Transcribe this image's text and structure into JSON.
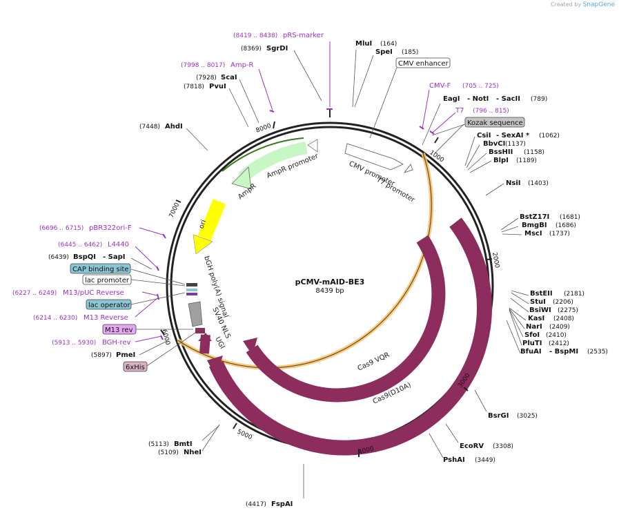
{
  "credit": {
    "prefix": "Created by",
    "brand": "SnapGene"
  },
  "plasmid": {
    "name": "pCMV-mAID-BE3",
    "length": "8439 bp"
  },
  "ticks": [
    "1000",
    "2000",
    "3000",
    "4000",
    "5000",
    "6000",
    "7000",
    "8000"
  ],
  "sites": [
    {
      "name": "MluI",
      "pos": "(164)"
    },
    {
      "name": "SpeI",
      "pos": "(185)"
    },
    {
      "name": "EagI",
      "extra": "- NotI",
      "extra2": "- SacII",
      "pos": "(789)"
    },
    {
      "name": "CsiI",
      "extra": "- SexAI *",
      "pos": "(1062)"
    },
    {
      "name": "BbvCI",
      "pos": "(1137)"
    },
    {
      "name": "BssHII",
      "pos": "(1158)"
    },
    {
      "name": "BlpI",
      "pos": "(1189)"
    },
    {
      "name": "NsiI",
      "pos": "(1403)"
    },
    {
      "name": "BstZ17I",
      "pos": "(1681)"
    },
    {
      "name": "BmgBI",
      "pos": "(1686)"
    },
    {
      "name": "MscI",
      "pos": "(1737)"
    },
    {
      "name": "BstEII",
      "pos": "(2181)"
    },
    {
      "name": "StuI",
      "pos": "(2206)"
    },
    {
      "name": "BsiWI",
      "pos": "(2275)"
    },
    {
      "name": "KasI",
      "pos": "(2408)"
    },
    {
      "name": "NarI",
      "pos": "(2409)"
    },
    {
      "name": "SfoI",
      "pos": "(2410)"
    },
    {
      "name": "PluTI",
      "pos": "(2412)"
    },
    {
      "name": "BfuAI",
      "extra": "- BspMI",
      "pos": "(2535)"
    },
    {
      "name": "BsrGI",
      "pos": "(3025)"
    },
    {
      "name": "EcoRV",
      "pos": "(3308)"
    },
    {
      "name": "PshAI",
      "pos": "(3449)"
    },
    {
      "name": "FspAI",
      "pos": "(4417)"
    },
    {
      "name": "BmtI",
      "pos": "(5113)"
    },
    {
      "name": "NheI",
      "pos": "(5109)"
    },
    {
      "name": "PmeI",
      "pos": "(5897)"
    },
    {
      "name": "BspQI",
      "extra": "- SapI",
      "pos": "(6439)"
    },
    {
      "name": "AhdI",
      "pos": "(7448)"
    },
    {
      "name": "PvuI",
      "pos": "(7818)"
    },
    {
      "name": "ScaI",
      "pos": "(7928)"
    },
    {
      "name": "SgrDI",
      "pos": "(8369)"
    }
  ],
  "primers": [
    {
      "name": "pRS-marker",
      "pos": "(8419 .. 8438)"
    },
    {
      "name": "Amp-R",
      "pos": "(7998 .. 8017)"
    },
    {
      "name": "CMV-F",
      "pos": "(705 .. 725)"
    },
    {
      "name": "T7",
      "pos": "(796 .. 815)"
    },
    {
      "name": "pBR322ori-F",
      "pos": "(6696 .. 6715)"
    },
    {
      "name": "L4440",
      "pos": "(6445 .. 6462)"
    },
    {
      "name": "M13/pUC Reverse",
      "pos": "(6227 .. 6249)"
    },
    {
      "name": "M13 Reverse",
      "pos": "(6214 .. 6230)"
    },
    {
      "name": "BGH-rev",
      "pos": "(5913 .. 5930)"
    }
  ],
  "boxed_features": [
    {
      "name": "CMV enhancer"
    },
    {
      "name": "Kozak sequence"
    },
    {
      "name": "CAP binding site"
    },
    {
      "name": "lac promoter"
    },
    {
      "name": "lac operator"
    },
    {
      "name": "M13 rev"
    },
    {
      "name": "6xHis"
    }
  ],
  "arc_features": [
    {
      "name": "CMV promoter"
    },
    {
      "name": "T7 promoter"
    },
    {
      "name": "AmpR promoter"
    },
    {
      "name": "AmpR"
    },
    {
      "name": "ori"
    },
    {
      "name": "bGH poly(A) signal"
    },
    {
      "name": "SV40 NLS"
    },
    {
      "name": "UGI"
    },
    {
      "name": "Cas9 VQR"
    },
    {
      "name": "Cas9(D10A)"
    }
  ],
  "colors": {
    "backbone": "#222222",
    "cas9": "#8c2d5e",
    "orf_outline": "#f0c070",
    "ampr": "#c8f7c5",
    "ori": "#ffff00",
    "primer": "#9b30c8",
    "polyA": "#a0a0a0"
  }
}
